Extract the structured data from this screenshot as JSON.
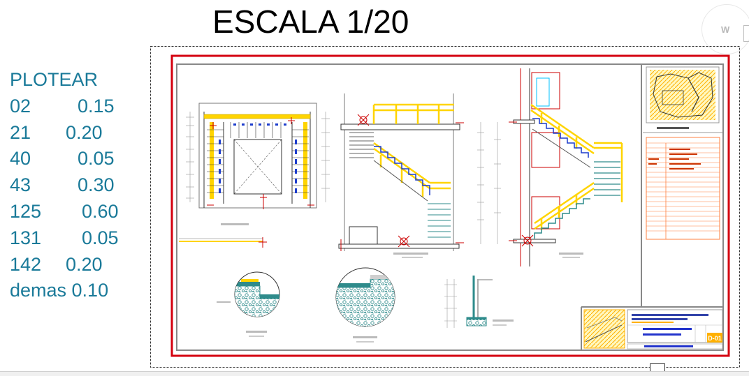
{
  "header": {
    "title": "ESCALA 1/20"
  },
  "plot_legend": {
    "heading": "PLOTEAR",
    "rows": [
      {
        "color_index": "02",
        "pen_width": "0.15"
      },
      {
        "color_index": "21",
        "pen_width": "0.20"
      },
      {
        "color_index": "40",
        "pen_width": "0.05"
      },
      {
        "color_index": "43",
        "pen_width": "0.30"
      },
      {
        "color_index": "125",
        "pen_width": "0.60"
      },
      {
        "color_index": "131",
        "pen_width": "0.05"
      },
      {
        "color_index": "142",
        "pen_width": "0.20"
      }
    ],
    "default_row": "demas 0.10"
  },
  "viewcube": {
    "label": "W"
  },
  "title_block": {
    "sheet_number": "D-01"
  },
  "colors": {
    "legend_text": "#1a7a99",
    "frame_red": "#d4000f",
    "stair_yellow": "#ffd400",
    "stair_blue": "#1c3ccc",
    "cut_red": "#cc0000",
    "teal": "#2e8b8b",
    "schedule_orange": "#ff8040"
  }
}
